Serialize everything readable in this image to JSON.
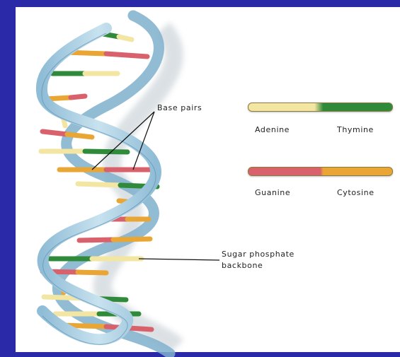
{
  "labels": {
    "base_pairs": "Base pairs",
    "backbone_line1": "Sugar phosphate",
    "backbone_line2": "backbone"
  },
  "legend": [
    {
      "left": "Adenine",
      "right": "Thymine",
      "left_color": "#f3e5a2",
      "right_color": "#2f8a3a"
    },
    {
      "left": "Guanine",
      "right": "Cytosine",
      "left_color": "#d9616c",
      "right_color": "#e9a635"
    }
  ],
  "colors": {
    "background": "#2a2aa8",
    "backbone": "#a9cde0",
    "backbone_edge": "#5f93b2"
  }
}
